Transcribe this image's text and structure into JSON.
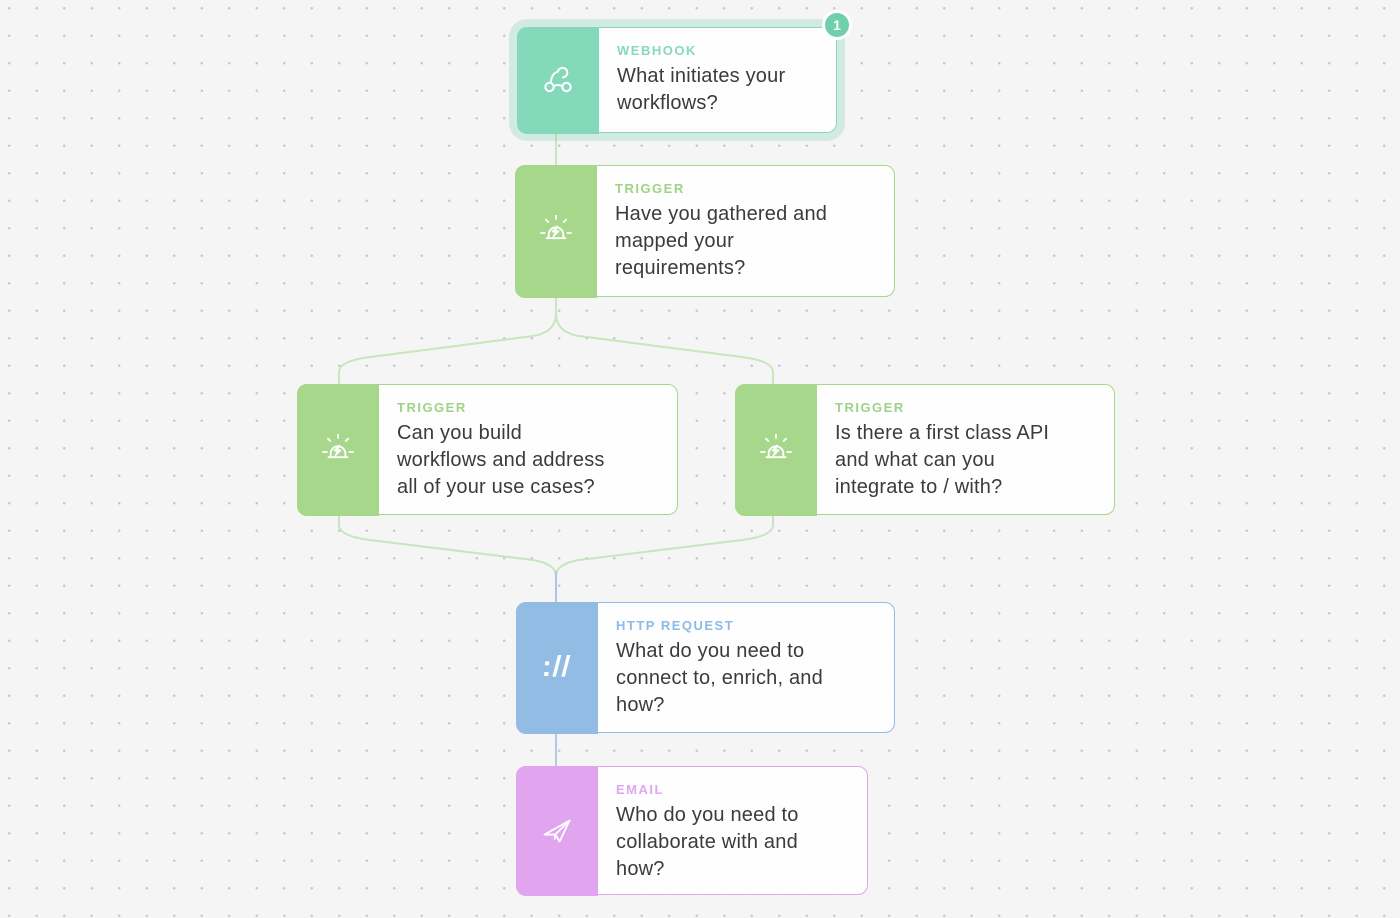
{
  "canvas": {
    "background_color": "#f5f5f6",
    "dot_color": "#c9c9cd"
  },
  "nodes": [
    {
      "id": "webhook",
      "type_label": "WEBHOOK",
      "question": "What initiates your\nworkflows?",
      "icon": "webhook-icon",
      "accent_color": "#85d9bb",
      "badge_count": "1",
      "selected": true
    },
    {
      "id": "trigger-requirements",
      "type_label": "TRIGGER",
      "question": "Have you gathered and\nmapped your\nrequirements?",
      "icon": "siren-icon",
      "accent_color": "#a6d78b"
    },
    {
      "id": "trigger-use-cases",
      "type_label": "TRIGGER",
      "question": "Can you build\nworkflows and address\nall of your use cases?",
      "icon": "siren-icon",
      "accent_color": "#a6d78b"
    },
    {
      "id": "trigger-api",
      "type_label": "TRIGGER",
      "question": "Is there a first class API\nand what can you\nintegrate to / with?",
      "icon": "siren-icon",
      "accent_color": "#a6d78b"
    },
    {
      "id": "http-request",
      "type_label": "HTTP REQUEST",
      "question": "What do you need to\nconnect to, enrich, and\nhow?",
      "icon": "http-icon",
      "icon_glyph": "://",
      "accent_color": "#92bce4"
    },
    {
      "id": "email",
      "type_label": "EMAIL",
      "question": "Who do you need to\ncollaborate with and\nhow?",
      "icon": "paper-plane-icon",
      "accent_color": "#e0a5ee"
    }
  ],
  "connectors": {
    "green_color": "#c8e6ba",
    "merge_green_color": "#c8e5c3",
    "blue_color": "#abc7e6",
    "periwinkle_color": "#b6c5e8"
  }
}
